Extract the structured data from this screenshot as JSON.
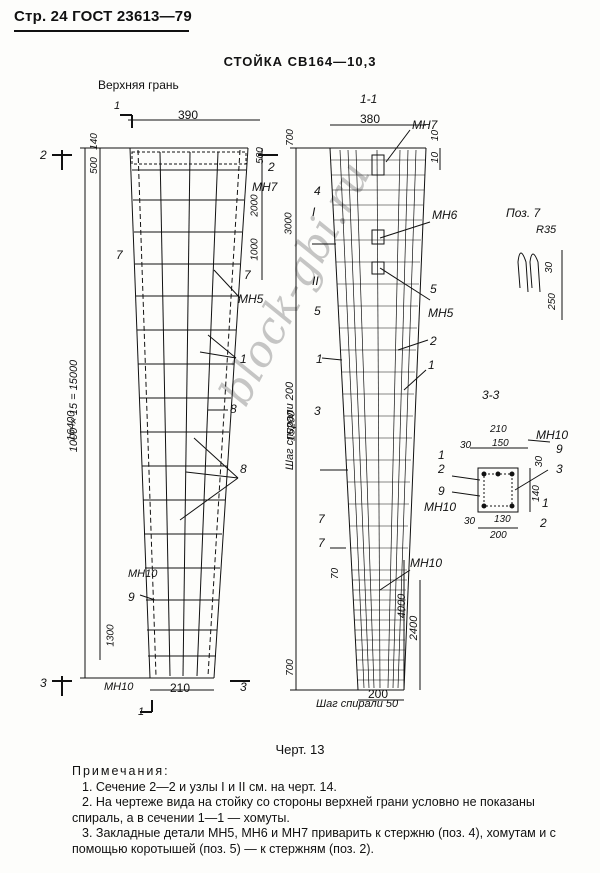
{
  "header": {
    "text": "Стр. 24 ГОСТ 23613—79"
  },
  "title": "СТОЙКА СВ164—10,3",
  "left_view": {
    "face_label": "Верхняя грань",
    "top_width": "390",
    "bottom_width": "210",
    "dims_left": [
      "140",
      "500",
      "16400",
      "1000 × 15 = 15000",
      "1300"
    ],
    "dims_right": [
      "500",
      "2000",
      "1000"
    ],
    "callouts": [
      "7",
      "7",
      "МН5",
      "1",
      "8",
      "8",
      "МН10",
      "9",
      "МН7",
      "МН10"
    ],
    "section_marks": [
      "1",
      "2",
      "2",
      "3",
      "3",
      "1"
    ]
  },
  "section_1_1": {
    "label": "1-1",
    "top_width": "380",
    "bottom_width": "200",
    "dims_left": [
      "700",
      "3000",
      "15200",
      "700"
    ],
    "dims_right": [
      "10",
      "10",
      "4000",
      "2400"
    ],
    "spiral_pitch_200": "Шаг спирали 200",
    "spiral_pitch_50": "Шаг спирали 50",
    "spiral_50_left": "70",
    "callouts": [
      "МН7",
      "МН6",
      "МН5",
      "МН10",
      "4",
      "I",
      "II",
      "5",
      "5",
      "1",
      "2",
      "1",
      "3",
      "7",
      "7"
    ]
  },
  "pos7": {
    "label": "Поз. 7",
    "radius": "R35",
    "dims": [
      "30",
      "250"
    ]
  },
  "section_3_3": {
    "label": "3-3",
    "dims": [
      "210",
      "150",
      "30",
      "130",
      "200",
      "140",
      "30",
      "30"
    ],
    "callouts": [
      "МН10",
      "9",
      "1",
      "2",
      "9",
      "МН10",
      "1",
      "2",
      "3"
    ]
  },
  "caption": "Черт. 13",
  "notes": {
    "heading": "Примечания:",
    "items": [
      "1. Сечение 2—2 и узлы I и II см. на черт. 14.",
      "2. На чертеже вида на стойку со стороны верхней грани условно не показаны спираль, а в сечении 1—1 — хомуты.",
      "3. Закладные детали МН5, МН6 и МН7 приварить к стержню (поз. 4), хомутам и с помощью коротышей (поз. 5) — к стержням (поз. 2)."
    ]
  },
  "watermark": "block-gbi.ru"
}
